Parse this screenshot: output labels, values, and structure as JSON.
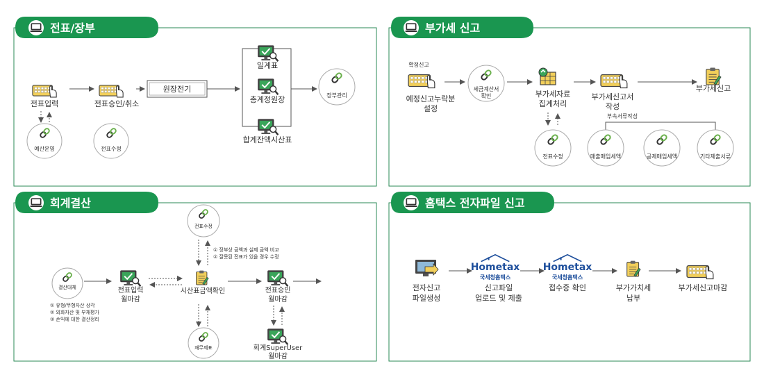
{
  "colors": {
    "accent": "#1a9650",
    "border": "#2a8a55",
    "arrow": "#555555",
    "text": "#333333",
    "keyboard": "#f2cf5a"
  },
  "panels": {
    "voucher": {
      "title": "전표/장부",
      "nodes": {
        "entry": "전표입력",
        "approval": "전표승인/취소",
        "posting": "원장전기",
        "daily": "일계표",
        "general_ledger": "총계정원장",
        "trial_balance": "합계잔액시산표",
        "ledger_mgmt": "장부관리",
        "budget": "예산운영",
        "voucher_edit": "전표수정"
      }
    },
    "vat": {
      "title": "부가세 신고",
      "nodes": {
        "confirm_label": "확정신고",
        "omission_line1": "예정신고누락분",
        "omission_line2": "설정",
        "tax_invoice_line1": "세금계산서",
        "tax_invoice_line2": "확인",
        "aggregate_line1": "부가세자료",
        "aggregate_line2": "집계처리",
        "report_form_line1": "부가세신고서",
        "report_form_line2": "작성",
        "vat_report": "부가세신고",
        "attach_label": "부속서류작성",
        "voucher_edit": "전표수정",
        "sales_detail": "매출매입세액",
        "deduct_detail": "공제매입세액",
        "other_docs": "기타제출서류"
      }
    },
    "closing": {
      "title": "회계결산",
      "nodes": {
        "voucher_edit": "전표수정",
        "note1": "① 장부상 금액과 실제 금액 비교",
        "note2": "② 잘못된 전표가 있을 경우 수정",
        "closing_entry": "결산대체",
        "entry_line1": "전표입력",
        "entry_line2": "월마감",
        "tb_check": "시산표금액확인",
        "approval_line1": "전표승인",
        "approval_line2": "월마감",
        "list1": "① 유형/무형자산 상각",
        "list2": "② 외화자산 및 부채평가",
        "list3": "③ 손익에 대한 결산정리",
        "financial": "재무제표",
        "superuser_line1": "회계SuperUser",
        "superuser_line2": "월마감"
      }
    },
    "hometax": {
      "title": "홈택스 전자파일 신고",
      "nodes": {
        "logo_text": "Hometax",
        "logo_sub": "국세청홈택스",
        "file_line1": "전자신고",
        "file_line2": "파일생성",
        "upload_line1": "신고파일",
        "upload_line2": "업로드 및 제출",
        "receipt": "접수증 확인",
        "pay_line1": "부가가치세",
        "pay_line2": "납부",
        "close": "부가세신고마감"
      }
    }
  }
}
